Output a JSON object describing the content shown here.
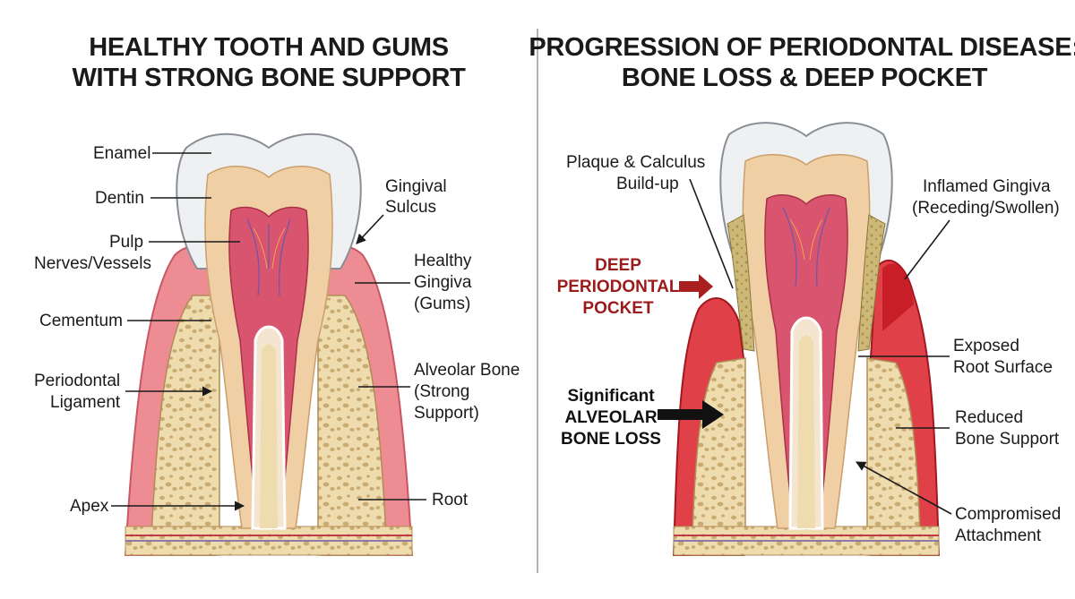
{
  "left_panel": {
    "title_line1": "HEALTHY TOOTH AND GUMS",
    "title_line2": "WITH STRONG BONE SUPPORT",
    "labels": {
      "enamel": "Enamel",
      "dentin": "Dentin",
      "pulp": "Pulp",
      "nerves_vessels": "Nerves/Vessels",
      "cementum": "Cementum",
      "periodontal_1": "Periodontal",
      "periodontal_2": "Ligament",
      "apex": "Apex",
      "sulcus_1": "Gingival",
      "sulcus_2": "Sulcus",
      "gingiva_1": "Healthy",
      "gingiva_2": "Gingiva",
      "gingiva_3": "(Gums)",
      "bone_1": "Alveolar Bone",
      "bone_2": "(Strong",
      "bone_3": "Support)",
      "root": "Root"
    }
  },
  "right_panel": {
    "title_line1": "PROGRESSION OF PERIODONTAL DISEASE:",
    "title_line2": "BONE LOSS & DEEP POCKET",
    "labels": {
      "plaque_1": "Plaque & Calculus",
      "plaque_2": "Build-up",
      "pocket_1": "DEEP",
      "pocket_2": "PERIODONTAL",
      "pocket_3": "POCKET",
      "boneloss_1": "Significant",
      "boneloss_2": "ALVEOLAR",
      "boneloss_3": "BONE LOSS",
      "inflamed_1": "Inflamed Gingiva",
      "inflamed_2": "(Receding/Swollen)",
      "exposed_1": "Exposed",
      "exposed_2": "Root Surface",
      "reduced_1": "Reduced",
      "reduced_2": "Bone Support",
      "attach_1": "Compromised",
      "attach_2": "Attachment"
    }
  },
  "colors": {
    "enamel": "#eef0f2",
    "dentin": "#f1cfa4",
    "pulp": "#d9546e",
    "gum": "#ee8c93",
    "gum_inflamed": "#d7262e",
    "bone": "#efdcae",
    "bone_pore": "#b89a63",
    "plaque": "#c9b56f",
    "pocket_arrow": "#a81f1f",
    "divider": "#9a9a9a"
  }
}
